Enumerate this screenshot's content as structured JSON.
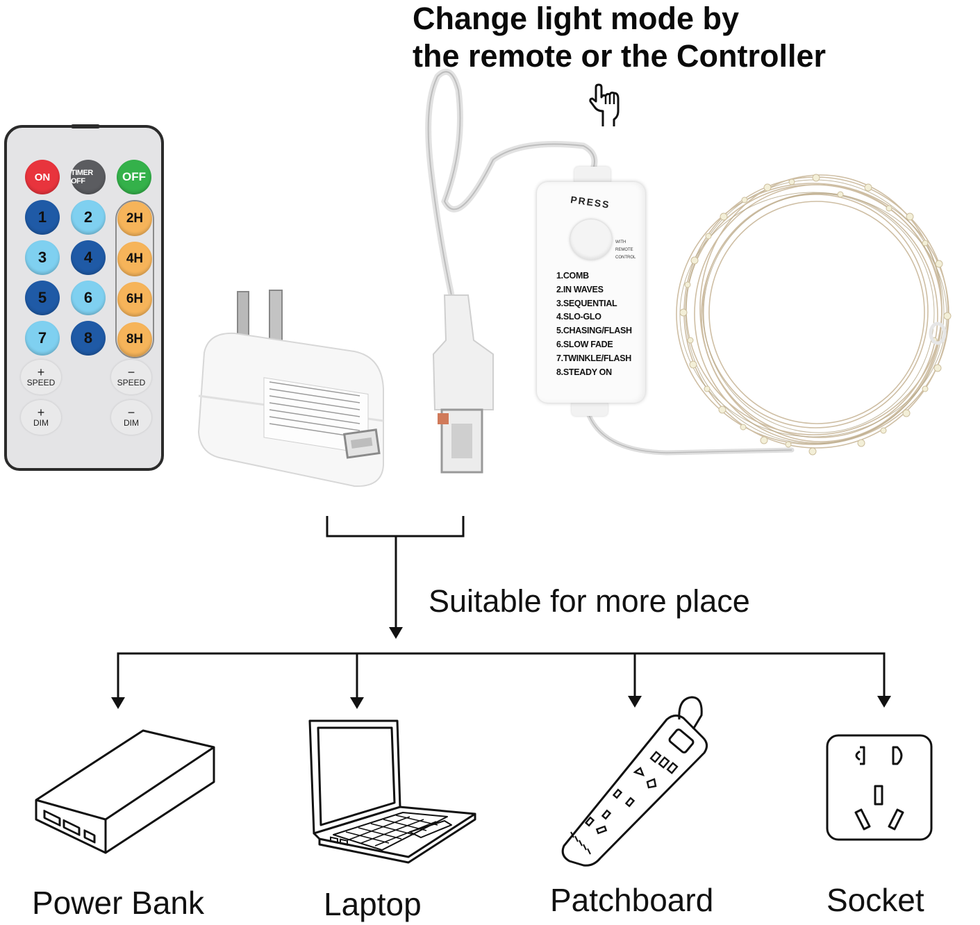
{
  "headline": {
    "line1": "Change light mode by",
    "line2": "the remote or the Controller"
  },
  "remote": {
    "top_row": [
      {
        "label": "ON",
        "color": "#e8343d"
      },
      {
        "label": "TIMER OFF",
        "color": "#5b5c60"
      },
      {
        "label": "OFF",
        "color": "#34b14a"
      }
    ],
    "number_buttons": [
      "1",
      "2",
      "3",
      "4",
      "5",
      "6",
      "7",
      "8"
    ],
    "hour_buttons": [
      "2H",
      "4H",
      "6H",
      "8H"
    ],
    "speed_up": {
      "symbol": "+",
      "label": "SPEED"
    },
    "speed_down": {
      "symbol": "−",
      "label": "SPEED"
    },
    "dim_up": {
      "symbol": "+",
      "label": "DIM"
    },
    "dim_down": {
      "symbol": "−",
      "label": "DIM"
    },
    "colors": {
      "dark_blue": "#1f5aa6",
      "light_blue": "#7fd0f0",
      "orange": "#f6b45a"
    }
  },
  "controller": {
    "press_label": "PRESS",
    "with_remote": [
      "WITH",
      "REMOTE",
      "CONTROL"
    ],
    "modes": [
      "1.COMB",
      "2.IN WAVES",
      "3.SEQUENTIAL",
      "4.SLO-GLO",
      "5.CHASING/FLASH",
      "6.SLOW FADE",
      "7.TWINKLE/FLASH",
      "8.STEADY ON"
    ]
  },
  "suitable_label": "Suitable for more place",
  "devices": [
    {
      "label": "Power Bank",
      "icon": "power-bank-icon"
    },
    {
      "label": "Laptop",
      "icon": "laptop-icon"
    },
    {
      "label": "Patchboard",
      "icon": "patchboard-icon"
    },
    {
      "label": "Socket",
      "icon": "socket-icon"
    }
  ]
}
